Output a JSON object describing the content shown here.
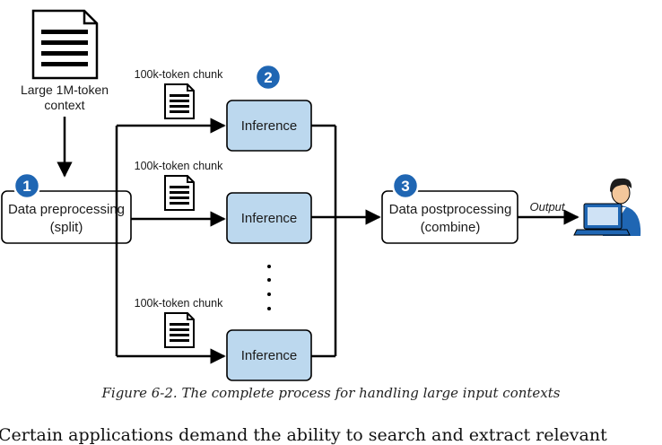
{
  "diagram": {
    "source_doc_label": "Large 1M-token",
    "source_doc_label_2": "context",
    "chunk_label": "100k-token chunk",
    "preprocess": {
      "step": "1",
      "line1": "Data preprocessing",
      "line2": "(split)"
    },
    "inference": {
      "step": "2",
      "label": "Inference"
    },
    "postprocess": {
      "step": "3",
      "line1": "Data postprocessing",
      "line2": "(combine)"
    },
    "output_label": "Output",
    "colors": {
      "accent": "#1f66b3",
      "inference_fill": "#bcd8ee",
      "line": "#000000"
    }
  },
  "caption": "Figure 6-2. The complete process for handling large input contexts",
  "body_text": "Certain applications demand the ability to search and extract relevant"
}
